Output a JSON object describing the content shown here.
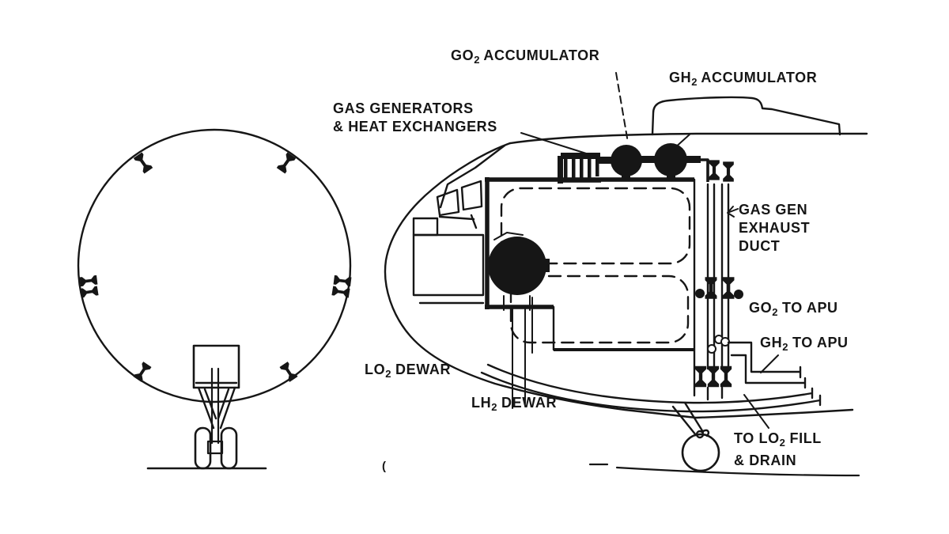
{
  "figure": {
    "type": "engineering-line-diagram",
    "description_visible_views": 2,
    "colors": {
      "ink": "#161616",
      "background": "#ffffff"
    }
  },
  "labels": {
    "go2_accumulator": {
      "pre": "GO",
      "sub": "2",
      "post": " ACCUMULATOR"
    },
    "gas_generators": {
      "line1": "GAS GENERATORS",
      "line2": "& HEAT EXCHANGERS"
    },
    "gh2_accumulator": {
      "pre": "GH",
      "sub": "2",
      "post": " ACCUMULATOR"
    },
    "gas_gen_exhaust_duct": {
      "line1": "GAS GEN",
      "line2": "EXHAUST",
      "line3": "DUCT"
    },
    "go2_to_apu": {
      "pre": "GO",
      "sub": "2",
      "post": " TO APU"
    },
    "gh2_to_apu": {
      "pre": "GH",
      "sub": "2",
      "post": " TO APU"
    },
    "lo2_dewar": {
      "pre": "LO",
      "sub": "2",
      "post": " DEWAR"
    },
    "lh2_dewar": {
      "pre": "LH",
      "sub": "2",
      "post": " DEWAR"
    },
    "to_lo2_fill_drain": {
      "pre": "TO LO",
      "sub": "2",
      "post": " FILL",
      "line2": "& DRAIN"
    },
    "stray_mark": "("
  }
}
